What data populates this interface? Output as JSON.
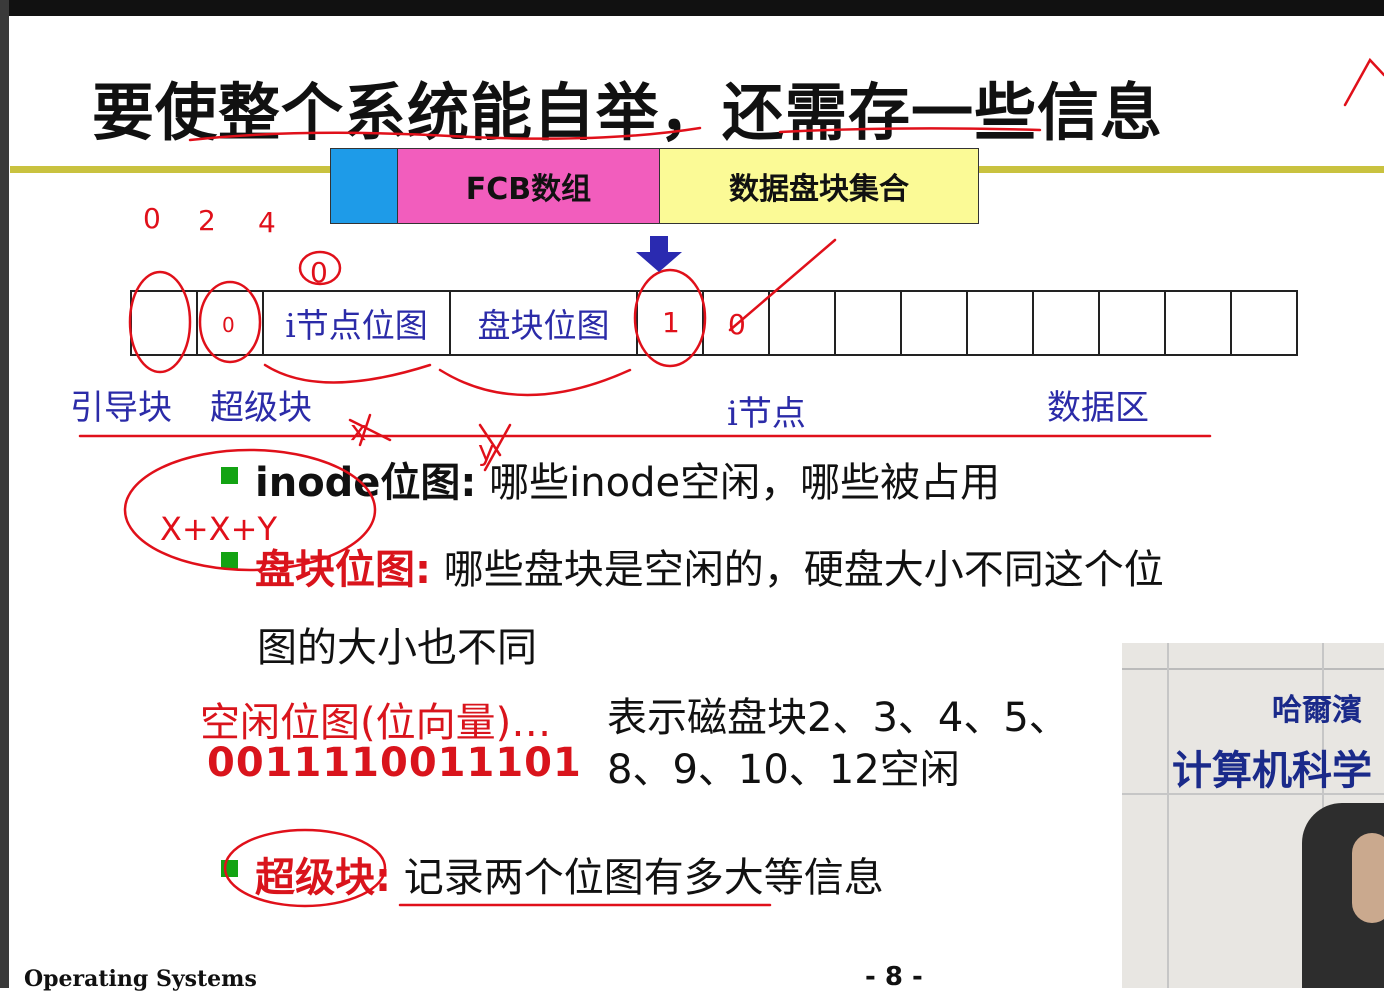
{
  "slide": {
    "title": "要使整个系统能自举，还需存一些信息",
    "layout_bar": {
      "segment_fcb": "FCB数组",
      "segment_data": "数据盘块集合"
    },
    "disk": {
      "cell_inode_bitmap": "i节点位图",
      "cell_block_bitmap": "盘块位图"
    },
    "labels": {
      "boot_block": "引导块",
      "super_block": "超级块",
      "inode": "i节点",
      "data_area": "数据区"
    },
    "bullets": [
      {
        "term": "inode位图:",
        "text": " 哪些inode空闲，哪些被占用"
      },
      {
        "term": "盘块位图:",
        "text": " 哪些盘块是空闲的，硬盘大小不同这个位",
        "text2": "图的大小也不同"
      },
      {
        "term": "超级块:",
        "text": " 记录两个位图有多大等信息"
      }
    ],
    "vector": {
      "label": "空闲位图(位向量)…",
      "value": "0011110011101",
      "desc_line1": "表示磁盘块2、3、4、5、",
      "desc_line2": "8、9、10、12空闲"
    },
    "footer": {
      "course": "Operating Systems",
      "page": "- 8 -"
    }
  },
  "video": {
    "school": "哈爾濱",
    "dept": "计算机科学"
  },
  "annotations": [
    "0",
    "2",
    "4",
    "0",
    "1",
    "0",
    "x",
    "y",
    "X+X+Y",
    "0"
  ],
  "colors": {
    "title_rule": "#c9c23f",
    "blue": "#1e9be8",
    "pink": "#f25dbd",
    "yellow": "#fbfa96",
    "label_blue": "#2b2ba8",
    "red": "#d9141c",
    "bullet_green": "#13a313",
    "ink_red": "#e0101a"
  }
}
